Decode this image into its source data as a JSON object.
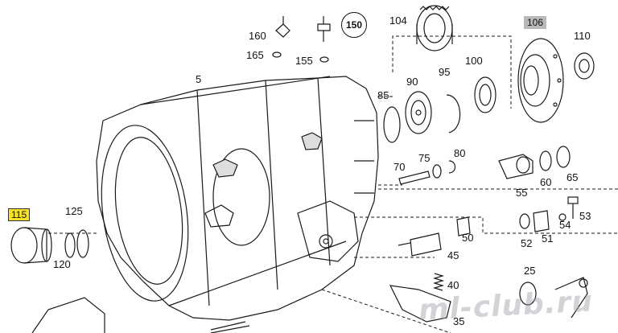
{
  "diagram": {
    "watermark": "ml-club.ru",
    "labels": {
      "p5": "5",
      "p25": "25",
      "p35": "35",
      "p40": "40",
      "p45": "45",
      "p50": "50",
      "p51": "51",
      "p52": "52",
      "p53": "53",
      "p54": "54",
      "p55": "55",
      "p60": "60",
      "p65": "65",
      "p70": "70",
      "p75": "75",
      "p80": "80",
      "p85": "85",
      "p90": "90",
      "p95": "95",
      "p100": "100",
      "p104": "104",
      "p106": "106",
      "p110": "110",
      "p115": "115",
      "p120": "120",
      "p125": "125",
      "p150": "150",
      "p155": "155",
      "p160": "160",
      "p165": "165"
    },
    "colors": {
      "line": "#1a1a1a",
      "highlight_106": "#b9b9b9",
      "highlight_115": "#f4e02a"
    }
  }
}
